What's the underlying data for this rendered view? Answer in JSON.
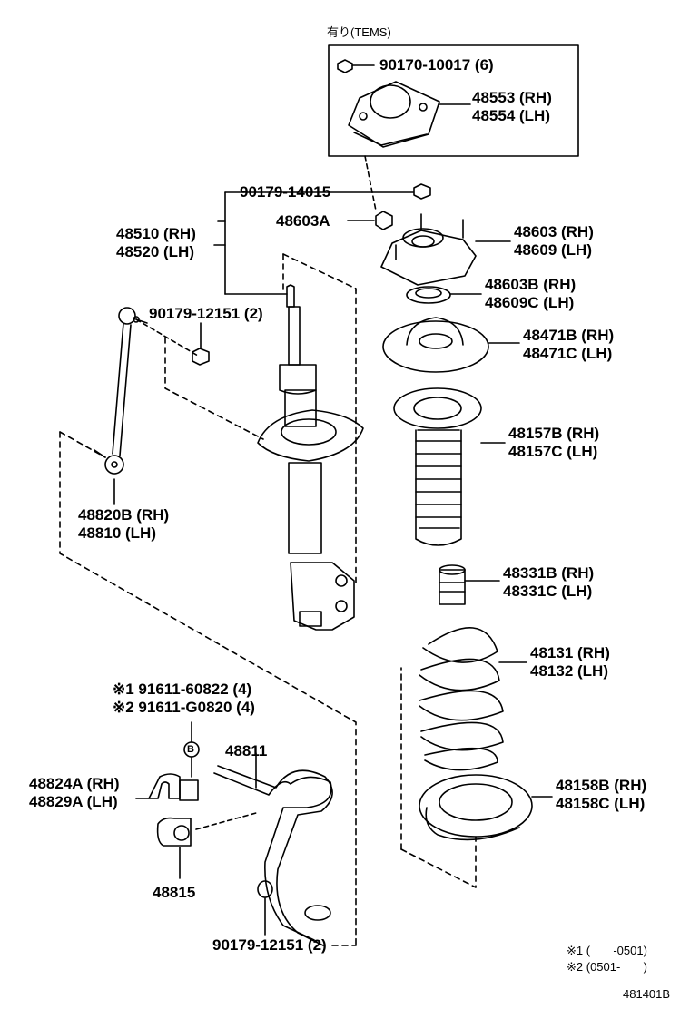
{
  "tems": {
    "caption": "有り(TEMS)",
    "nut_part": "90170-10017 (6)",
    "mount_rh": "48553 (RH)",
    "mount_lh": "48554 (LH)"
  },
  "strut": {
    "nut_top": "90179-14015",
    "nut_a": "48603A",
    "absorber_rh": "48510 (RH)",
    "absorber_lh": "48520 (LH)",
    "support_rh": "48603 (RH)",
    "support_lh": "48609 (LH)",
    "bearing_rh": "48603B (RH)",
    "bearing_lh": "48609C (LH)",
    "seat_upper_rh": "48471B (RH)",
    "seat_upper_lh": "48471C (LH)",
    "boot_rh": "48157B (RH)",
    "boot_lh": "48157C (LH)",
    "bumper_rh": "48331B (RH)",
    "bumper_lh": "48331C (LH)",
    "spring_rh": "48131 (RH)",
    "spring_lh": "48132 (LH)",
    "insulator_rh": "48158B (RH)",
    "insulator_lh": "48158C (LH)"
  },
  "stabilizer": {
    "link_nut": "90179-12151 (2)",
    "link_rh": "48820B (RH)",
    "link_lh": "48810 (LH)",
    "bolt_1": "※1 91611-60822 (4)",
    "bolt_2": "※2 91611-G0820 (4)",
    "bracket_rh": "48824A (RH)",
    "bracket_lh": "48829A (LH)",
    "bar": "48811",
    "bushing": "48815",
    "bar_nut": "90179-12151 (2)",
    "b_marker": "B"
  },
  "notes": {
    "note1": "※1 (       -0501)",
    "note2": "※2 (0501-       )"
  },
  "figure_id": "481401B"
}
